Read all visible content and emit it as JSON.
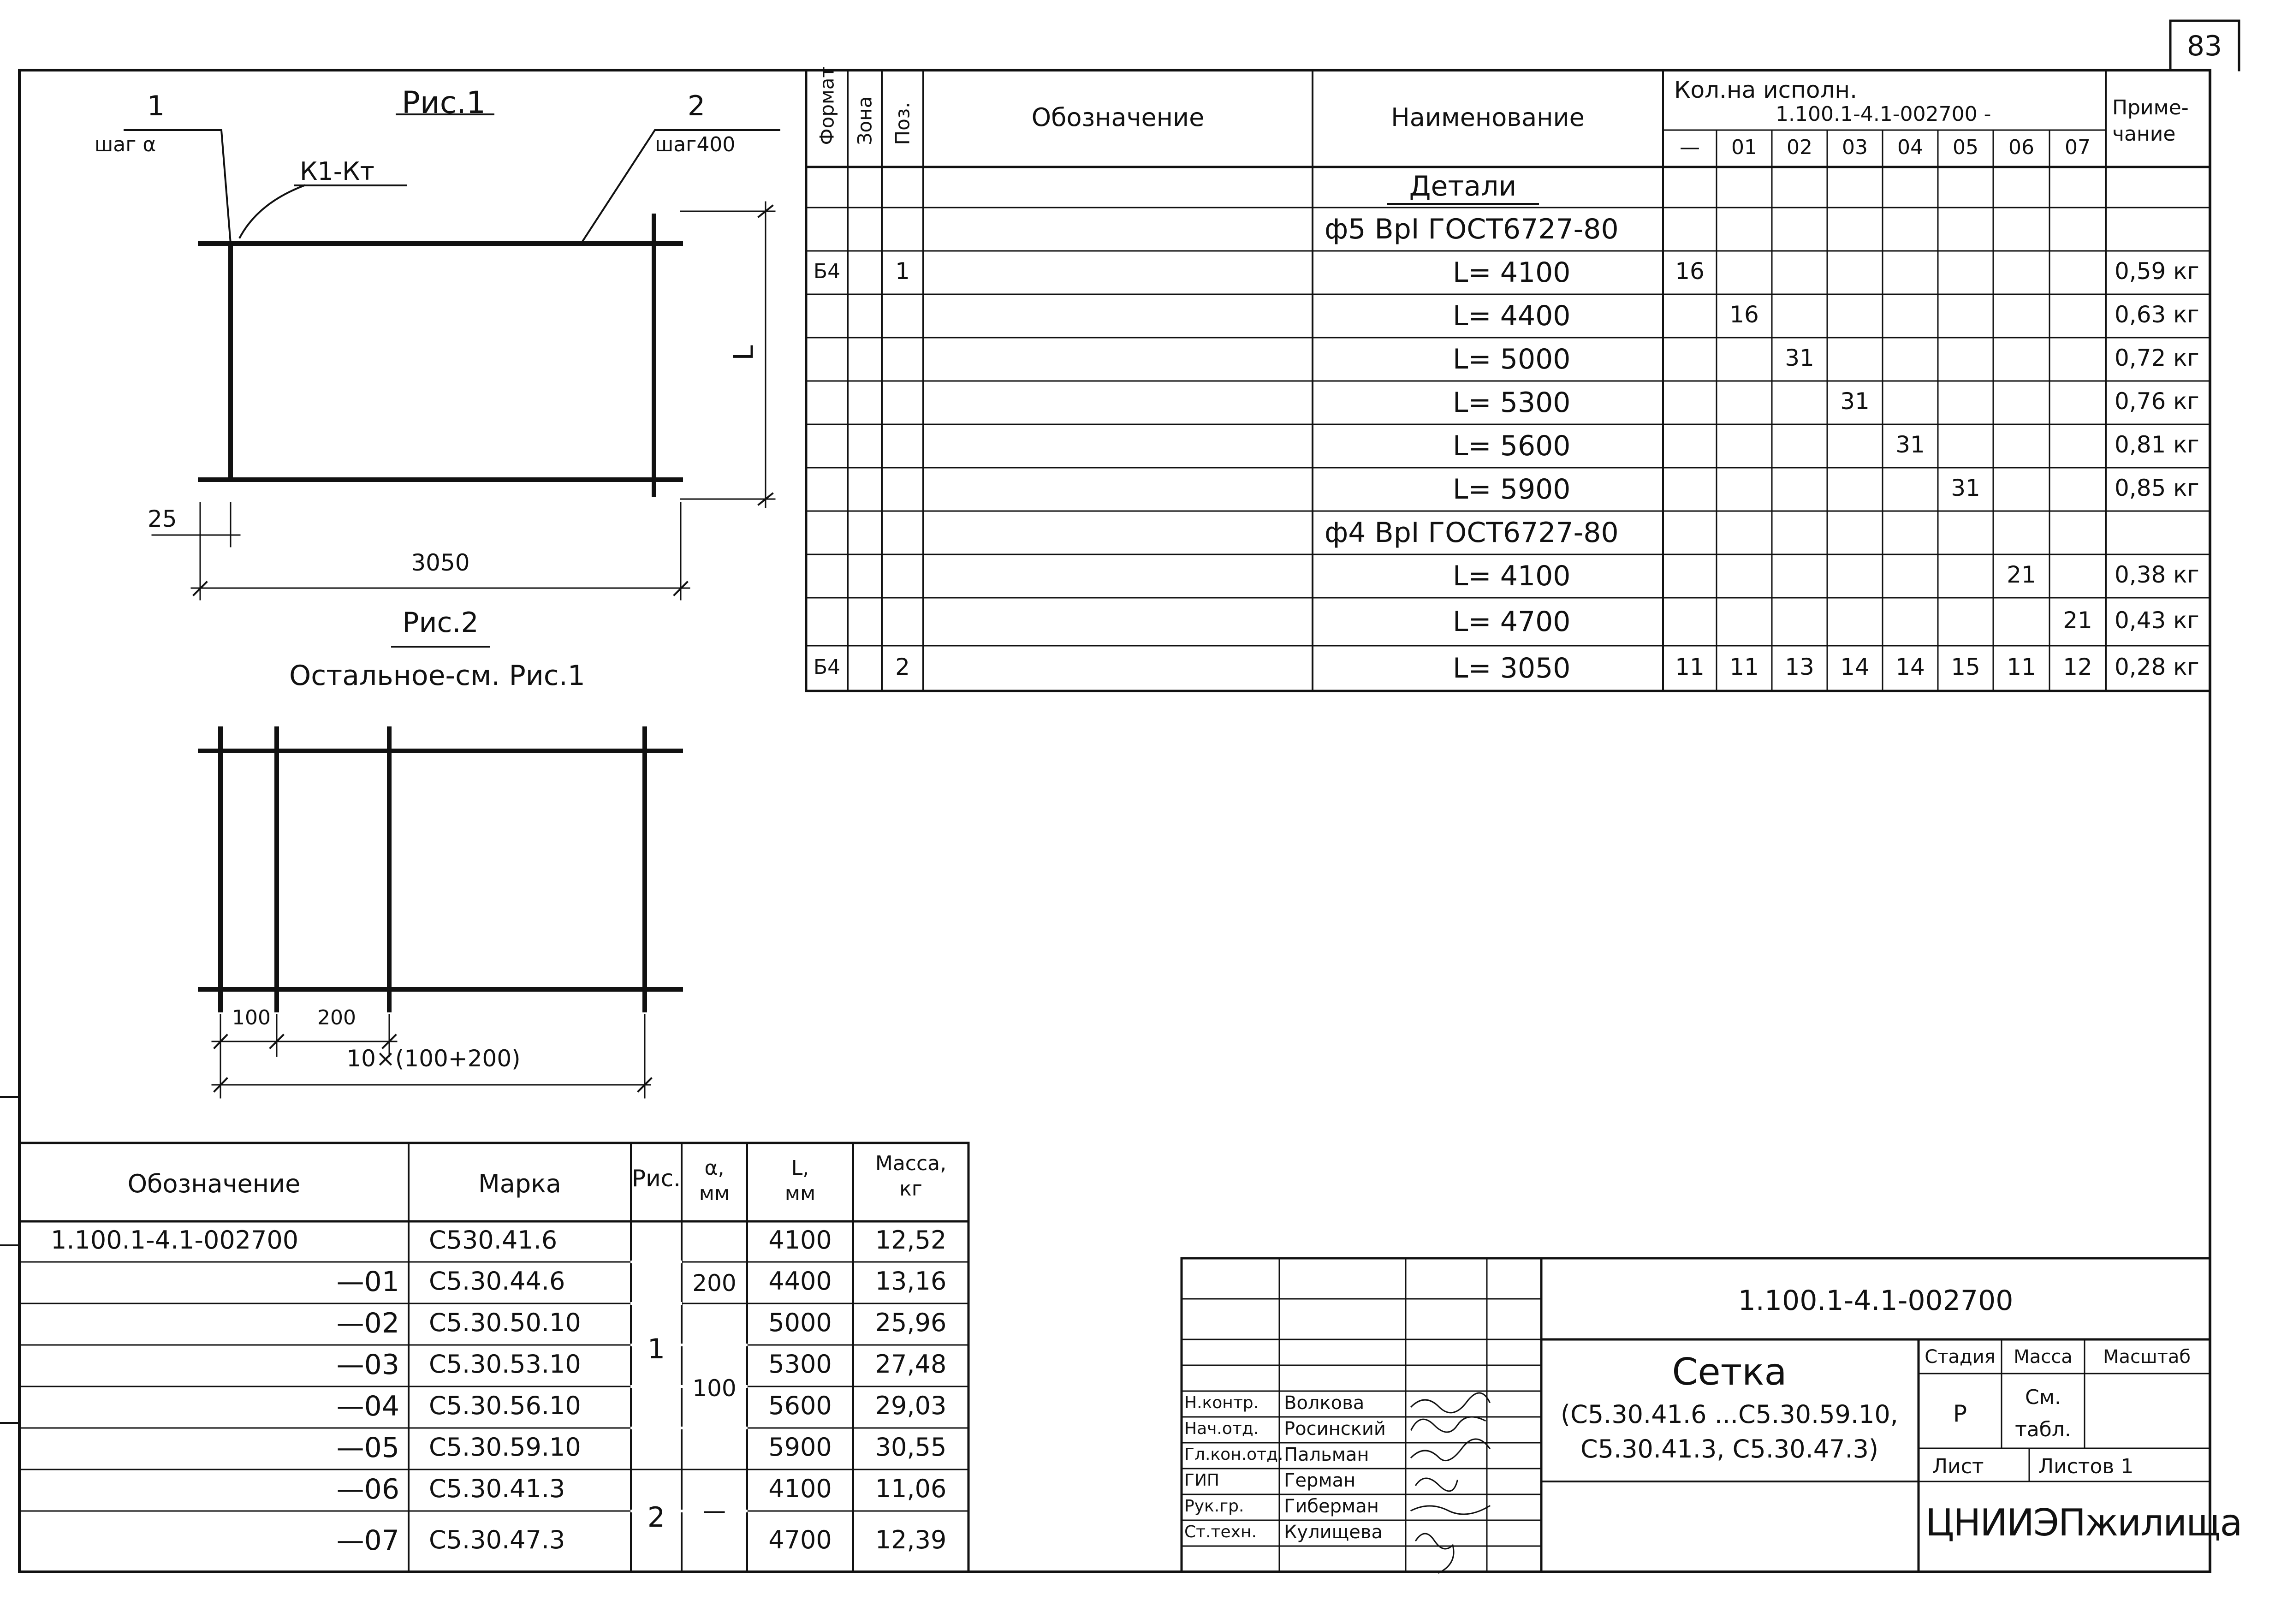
{
  "sheet_number": "83",
  "drawing": {
    "fig1_title": "Рис.1",
    "fig2_title": "Рис.2",
    "fig2_note": "Остальное-см. Рис.1",
    "callout_1_num": "1",
    "callout_1_label": "шаг α",
    "callout_2_num": "2",
    "callout_2_label": "шаг400",
    "weld_label": "К1-Кт",
    "dim_L": "L",
    "dim_25": "25",
    "dim_3050": "3050",
    "dim_100": "100",
    "dim_200": "200",
    "dim_series": "10×(100+200)"
  },
  "spec": {
    "headers": {
      "format": "Формат",
      "zone": "Зона",
      "pos": "Поз.",
      "designation": "Обозначение",
      "name": "Наименование",
      "qty_title": "Кол.на исполн.",
      "qty_code": "1.100.1-4.1-002700 -",
      "note": "Приме-\nчание",
      "variants": [
        "—",
        "01",
        "02",
        "03",
        "04",
        "05",
        "06",
        "07"
      ]
    },
    "rows": [
      {
        "format": "",
        "pos": "",
        "name": "Детали",
        "qty": [
          "",
          "",
          "",
          "",
          "",
          "",
          "",
          ""
        ],
        "note": ""
      },
      {
        "format": "",
        "pos": "",
        "name": "ф5 ВрI ГОСТ6727-80",
        "qty": [
          "",
          "",
          "",
          "",
          "",
          "",
          "",
          ""
        ],
        "note": ""
      },
      {
        "format": "Б4",
        "pos": "1",
        "name": "L= 4100",
        "qty": [
          "16",
          "",
          "",
          "",
          "",
          "",
          "",
          ""
        ],
        "note": "0,59 кг"
      },
      {
        "format": "",
        "pos": "",
        "name": "L= 4400",
        "qty": [
          "",
          "16",
          "",
          "",
          "",
          "",
          "",
          ""
        ],
        "note": "0,63 кг"
      },
      {
        "format": "",
        "pos": "",
        "name": "L= 5000",
        "qty": [
          "",
          "",
          "31",
          "",
          "",
          "",
          "",
          ""
        ],
        "note": "0,72 кг"
      },
      {
        "format": "",
        "pos": "",
        "name": "L= 5300",
        "qty": [
          "",
          "",
          "",
          "31",
          "",
          "",
          "",
          ""
        ],
        "note": "0,76 кг"
      },
      {
        "format": "",
        "pos": "",
        "name": "L= 5600",
        "qty": [
          "",
          "",
          "",
          "",
          "31",
          "",
          "",
          ""
        ],
        "note": "0,81 кг"
      },
      {
        "format": "",
        "pos": "",
        "name": "L= 5900",
        "qty": [
          "",
          "",
          "",
          "",
          "",
          "31",
          "",
          ""
        ],
        "note": "0,85 кг"
      },
      {
        "format": "",
        "pos": "",
        "name": "ф4 ВрI ГОСТ6727-80",
        "qty": [
          "",
          "",
          "",
          "",
          "",
          "",
          "",
          ""
        ],
        "note": ""
      },
      {
        "format": "",
        "pos": "",
        "name": "L= 4100",
        "qty": [
          "",
          "",
          "",
          "",
          "",
          "",
          "21",
          ""
        ],
        "note": "0,38 кг"
      },
      {
        "format": "",
        "pos": "",
        "name": "L= 4700",
        "qty": [
          "",
          "",
          "",
          "",
          "",
          "",
          "",
          "21"
        ],
        "note": "0,43 кг"
      },
      {
        "format": "Б4",
        "pos": "2",
        "name": "L= 3050",
        "qty": [
          "11",
          "11",
          "13",
          "14",
          "14",
          "15",
          "11",
          "12"
        ],
        "note": "0,28 кг"
      }
    ]
  },
  "marks": {
    "headers": {
      "designation": "Обозначение",
      "mark": "Марка",
      "fig": "Рис.",
      "a": "α,\nмм",
      "L": "L,\nмм",
      "mass": "Масса,\nкг"
    },
    "rows": [
      {
        "designation": "1.100.1-4.1-002700",
        "mark": "С530.41.6",
        "L": "4100",
        "mass": "12,52"
      },
      {
        "designation": "—01",
        "mark": "С5.30.44.6",
        "L": "4400",
        "mass": "13,16"
      },
      {
        "designation": "—02",
        "mark": "С5.30.50.10",
        "L": "5000",
        "mass": "25,96"
      },
      {
        "designation": "—03",
        "mark": "С5.30.53.10",
        "L": "5300",
        "mass": "27,48"
      },
      {
        "designation": "—04",
        "mark": "С5.30.56.10",
        "L": "5600",
        "mass": "29,03"
      },
      {
        "designation": "—05",
        "mark": "С5.30.59.10",
        "L": "5900",
        "mass": "30,55"
      },
      {
        "designation": "—06",
        "mark": "С5.30.41.3",
        "L": "4100",
        "mass": "11,06"
      },
      {
        "designation": "—07",
        "mark": "С5.30.47.3",
        "L": "4700",
        "mass": "12,39"
      }
    ],
    "fig_groups": [
      "1",
      "2"
    ],
    "a_groups": [
      "200",
      "100",
      "—"
    ]
  },
  "title_block": {
    "doc_code": "1.100.1-4.1-002700",
    "title": "Сетка",
    "subtitle_1": "(С5.30.41.6 ...С5.30.59.10,",
    "subtitle_2": "С5.30.41.3, С5.30.47.3)",
    "stage_label": "Стадия",
    "mass_label": "Масса",
    "scale_label": "Масштаб",
    "stage_value": "Р",
    "mass_value": "См.\nтабл.",
    "sheet_label": "Лист",
    "sheets_label": "Листов 1",
    "org": "ЦНИИЭПжилища",
    "staff": [
      {
        "role": "Н.контр.",
        "name": "Волкова"
      },
      {
        "role": "Нач.отд.",
        "name": "Росинский"
      },
      {
        "role": "Гл.кон.отд.",
        "name": "Пальман"
      },
      {
        "role": "ГИП",
        "name": "Герман"
      },
      {
        "role": "Рук.гр.",
        "name": "Гиберман"
      },
      {
        "role": "Ст.техн.",
        "name": "Кулищева"
      }
    ]
  }
}
